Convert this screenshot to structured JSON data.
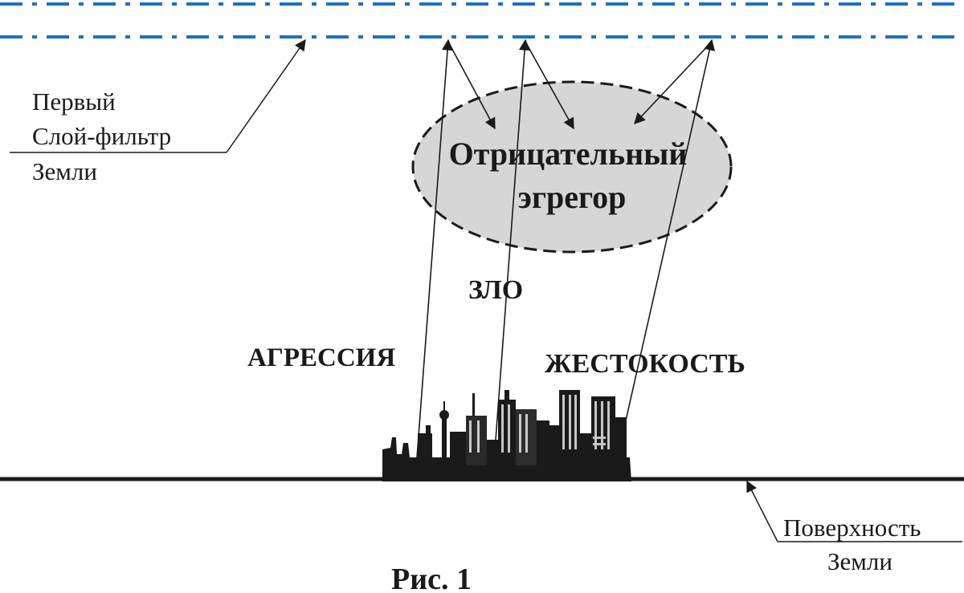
{
  "labels": {
    "first_layer": [
      "Первый",
      "Слой-фильтр",
      "Земли"
    ],
    "egregor": [
      "Отрицательный",
      "эгрегор"
    ],
    "evil": "ЗЛО",
    "aggression": "АГРЕССИЯ",
    "cruelty": "ЖЕСТОКОСТЬ",
    "surface": [
      "Поверхность",
      "Земли"
    ],
    "caption": "Рис. 1"
  },
  "colors": {
    "filter_layer": "#1f6fc4",
    "ground_line": "#1a1a1a",
    "egregor_fill": "#d6d6d6",
    "text": "#1a1a1a"
  },
  "icons": {
    "city": "city-skyline-icon"
  }
}
